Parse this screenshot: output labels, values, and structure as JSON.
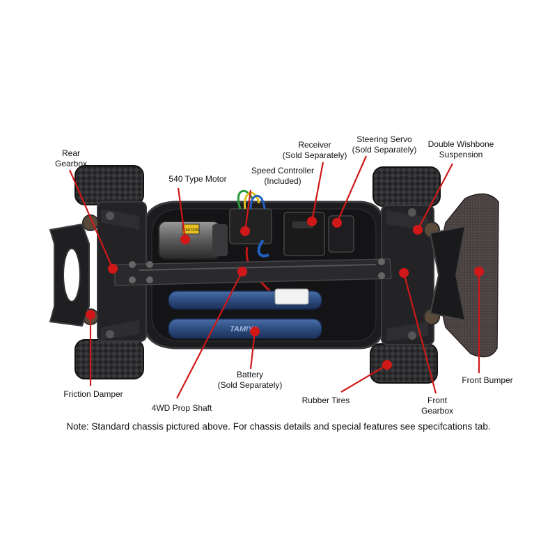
{
  "colors": {
    "leader": "#d01818",
    "chassis": "#1c1c1e",
    "chassis_edge": "#3a3a3e",
    "tire": "#202022",
    "bumper": "#4a4040",
    "battery": "#2c4a78"
  },
  "labels": {
    "rear_gearbox": [
      "Rear",
      "Gearbox"
    ],
    "motor": [
      "540 Type Motor"
    ],
    "speed_controller": [
      "Speed Controller",
      "(Included)"
    ],
    "receiver": [
      "Receiver",
      "(Sold Separately)"
    ],
    "steering_servo": [
      "Steering Servo",
      "(Sold Separately)"
    ],
    "double_wishbone": [
      "Double Wishbone",
      "Suspension"
    ],
    "front_bumper": [
      "Front Bumper"
    ],
    "front_gearbox": [
      "Front",
      "Gearbox"
    ],
    "rubber_tires": [
      "Rubber Tires"
    ],
    "battery": [
      "Battery",
      "(Sold Separately)"
    ],
    "prop_shaft": [
      "4WD Prop Shaft"
    ],
    "friction_damper": [
      "Friction Damper"
    ]
  },
  "note": "Note: Standard chassis pictured above. For chassis details and special features see specifcations tab.",
  "battery_print": "TAMIYA",
  "motor_print": "CAUTION"
}
